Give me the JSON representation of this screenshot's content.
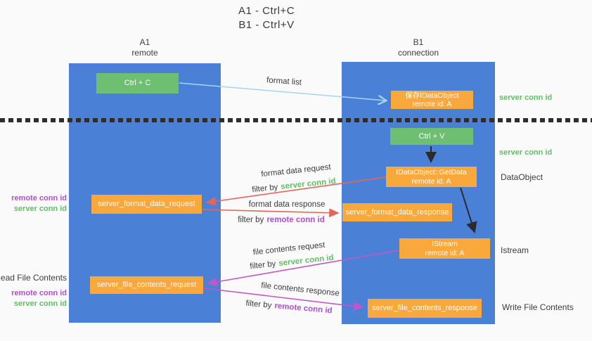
{
  "title": {
    "line1": "A1 - Ctrl+C",
    "line2": "B1 - Ctrl+V"
  },
  "columns": {
    "left": {
      "name": "A1",
      "sub": "remote"
    },
    "right": {
      "name": "B1",
      "sub": "connection"
    }
  },
  "nodes": {
    "ctrl_c": {
      "label": "Ctrl + C"
    },
    "ctrl_v": {
      "label": "Ctrl + V"
    },
    "save_idataobject": {
      "line1": "保存IDataObject",
      "line2": "remote id: A"
    },
    "getdata": {
      "line1": "IDataObject::GetData",
      "line2": "remote id: A"
    },
    "istream": {
      "line1": "IStream",
      "line2": "remote id: A"
    },
    "format_data_request": {
      "label": "server_format_data_request"
    },
    "format_data_response": {
      "label": "server_format_data_response"
    },
    "file_contents_request": {
      "label": "server_file_contents_request"
    },
    "file_contents_response": {
      "label": "server_file_contents_response"
    }
  },
  "arrow_labels": {
    "format_list": "format list",
    "format_data_request": "format data request",
    "format_data_response": "format data response",
    "file_contents_request": "file contents request",
    "file_contents_response": "file contents response",
    "filter_by": "filter by",
    "server_conn_id": "server conn id",
    "remote_conn_id": "remote conn id"
  },
  "annotations": {
    "right_server_conn_top": "server conn id",
    "right_server_conn_mid": "server conn id",
    "dataobject": "DataObject",
    "istream": "Istream",
    "write_file_contents": "Write File Contents",
    "left_remote_conn_top": "remote conn id",
    "left_server_conn_top": "server conn id",
    "read_file_contents": "Read File Contents",
    "left_remote_conn_bottom": "remote conn id",
    "left_server_conn_bottom": "server conn id"
  },
  "colors": {
    "column_blue": "#4a81d6",
    "box_green": "#6ebf71",
    "box_orange": "#f9a83c",
    "arrow_red": "#e5655c",
    "arrow_magenta": "#c455c8",
    "arrow_light_blue": "#a9d3f2",
    "arrow_black": "#2b2b2b",
    "text_green": "#5fbf63",
    "text_purple": "#b04fd0"
  }
}
